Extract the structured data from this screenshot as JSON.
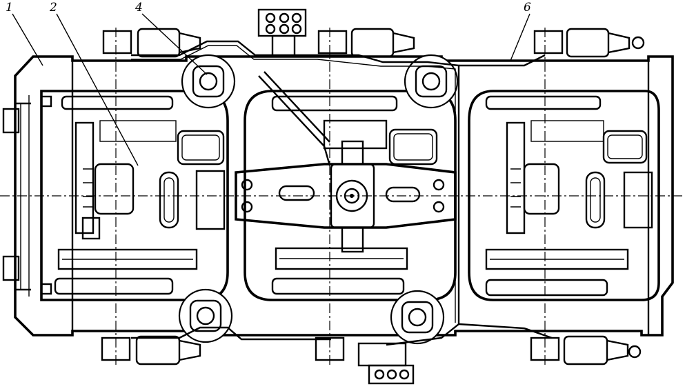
{
  "callouts": [
    {
      "id": "c1",
      "label": "1"
    },
    {
      "id": "c2",
      "label": "2"
    },
    {
      "id": "c4",
      "label": "4"
    },
    {
      "id": "c6",
      "label": "6"
    }
  ],
  "colors": {
    "ink": "#000000",
    "paper": "#ffffff"
  }
}
